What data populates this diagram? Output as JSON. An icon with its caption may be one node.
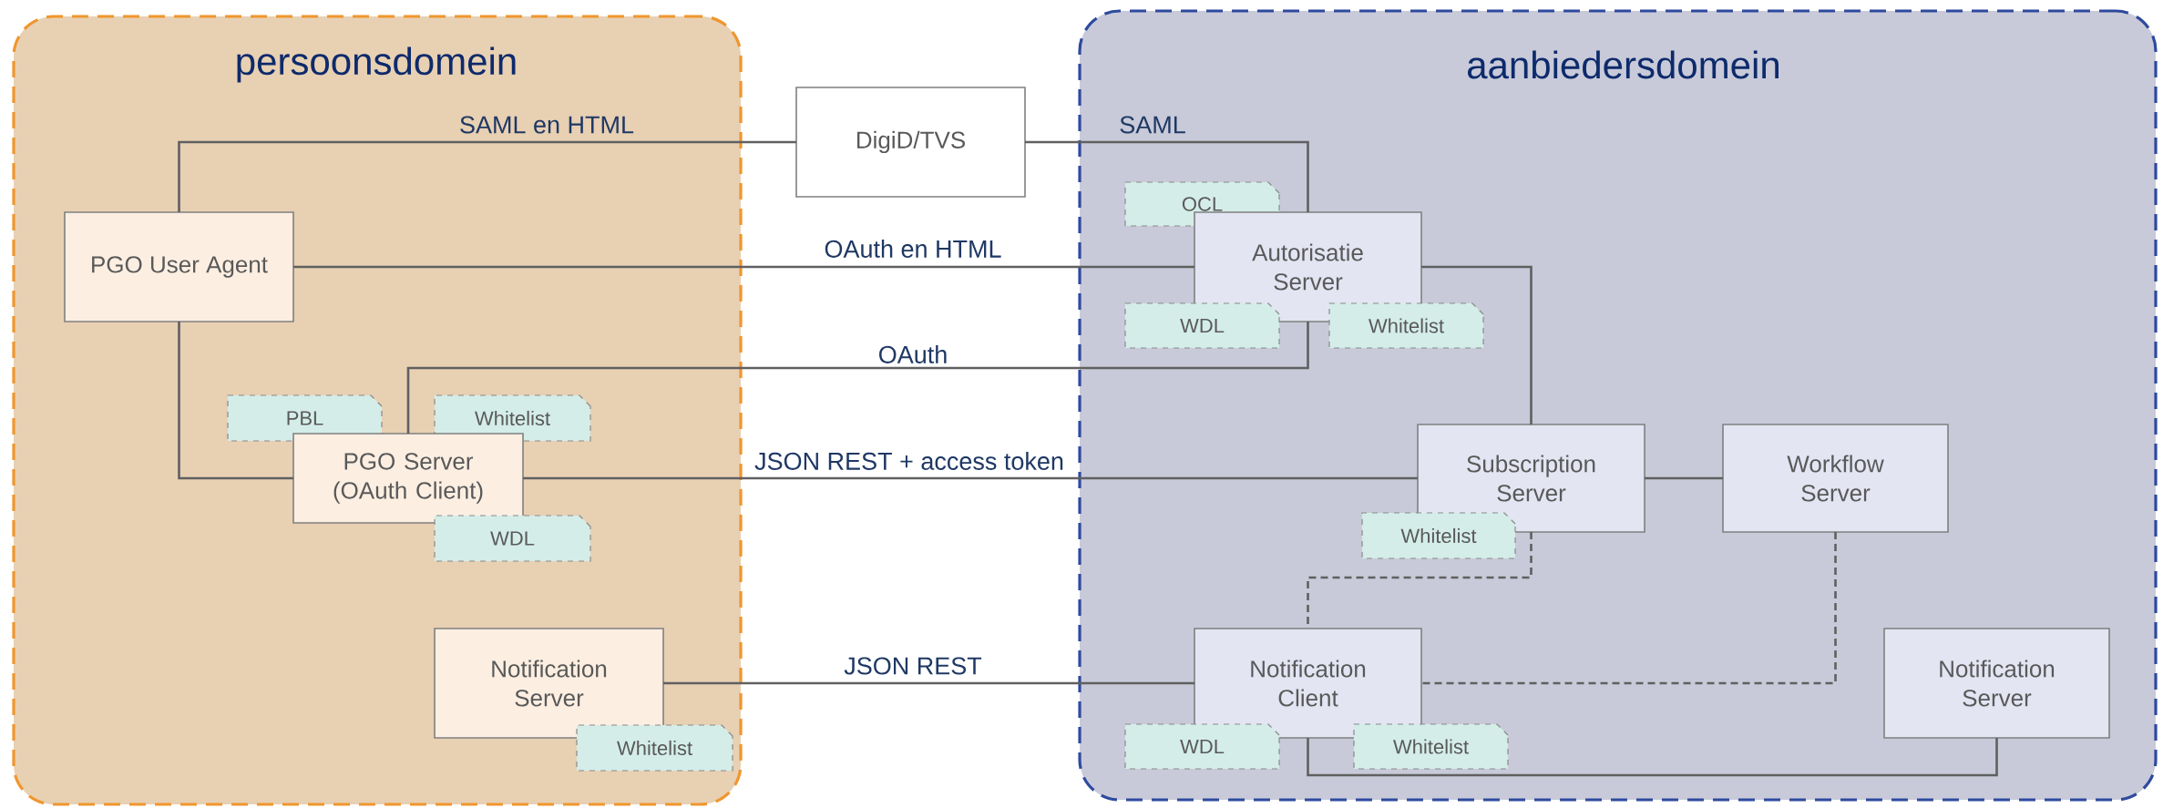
{
  "diagram": {
    "nodes": [
      {
        "text": [
          "persoonsdomein"
        ]
      },
      {
        "text": [
          "PGO User Agent"
        ],
        "in": 0
      },
      {
        "text": [
          "PBL"
        ],
        "in": 0
      },
      {
        "text": [
          "Whitelist"
        ],
        "in": 0
      },
      {
        "text": [
          "PGO Server (OAuth Client)"
        ],
        "in": 0
      },
      {
        "text": [
          "WDL"
        ],
        "in": 0
      },
      {
        "text": [
          "Notification Server"
        ],
        "in": 0
      },
      {
        "text": [
          "Whitelist"
        ],
        "in": 0
      },
      {
        "text": [
          "DigiD/TVS"
        ]
      },
      {
        "text": [
          "aanbiedersdomein"
        ]
      },
      {
        "text": [
          "OCL"
        ],
        "in": 9
      },
      {
        "text": [
          "Autorisatie Server"
        ],
        "in": 9
      },
      {
        "text": [
          "WDL"
        ],
        "in": 9
      },
      {
        "text": [
          "Whitelist"
        ],
        "in": 9
      },
      {
        "text": [
          "Subscription Server"
        ],
        "in": 9
      },
      {
        "text": [
          "Workflow Server"
        ],
        "in": 9
      },
      {
        "text": [
          "Whitelist"
        ],
        "in": 9
      },
      {
        "text": [
          "Notification Client"
        ],
        "in": 9
      },
      {
        "text": [
          "WDL"
        ],
        "in": 9
      },
      {
        "text": [
          "Whitelist"
        ],
        "in": 9
      },
      {
        "text": [
          "Notification Server"
        ],
        "in": 9
      }
    ],
    "edges": [
      {
        "from": 1,
        "to": 8,
        "arrow": "none",
        "label": "SAML en HTML"
      },
      {
        "from": 8,
        "to": 11,
        "arrow": "none",
        "label": "SAML"
      },
      {
        "from": 1,
        "to": 11,
        "arrow": "none",
        "label": "OAuth en HTML"
      },
      {
        "from": 4,
        "to": 11,
        "arrow": "none",
        "label": "OAuth"
      },
      {
        "from": 1,
        "to": 4,
        "arrow": "none"
      },
      {
        "from": 4,
        "to": 14,
        "arrow": "none",
        "label": "JSON REST + access token"
      },
      {
        "from": 11,
        "to": 14,
        "arrow": "none"
      },
      {
        "from": 14,
        "to": 15,
        "arrow": "none"
      },
      {
        "from": 14,
        "to": 17,
        "arrow": "none",
        "style": "dashed"
      },
      {
        "from": 15,
        "to": 17,
        "arrow": "none",
        "style": "dashed"
      },
      {
        "from": 6,
        "to": 17,
        "arrow": "none",
        "label": "JSON REST"
      },
      {
        "from": 17,
        "to": 20,
        "arrow": "none"
      }
    ]
  }
}
